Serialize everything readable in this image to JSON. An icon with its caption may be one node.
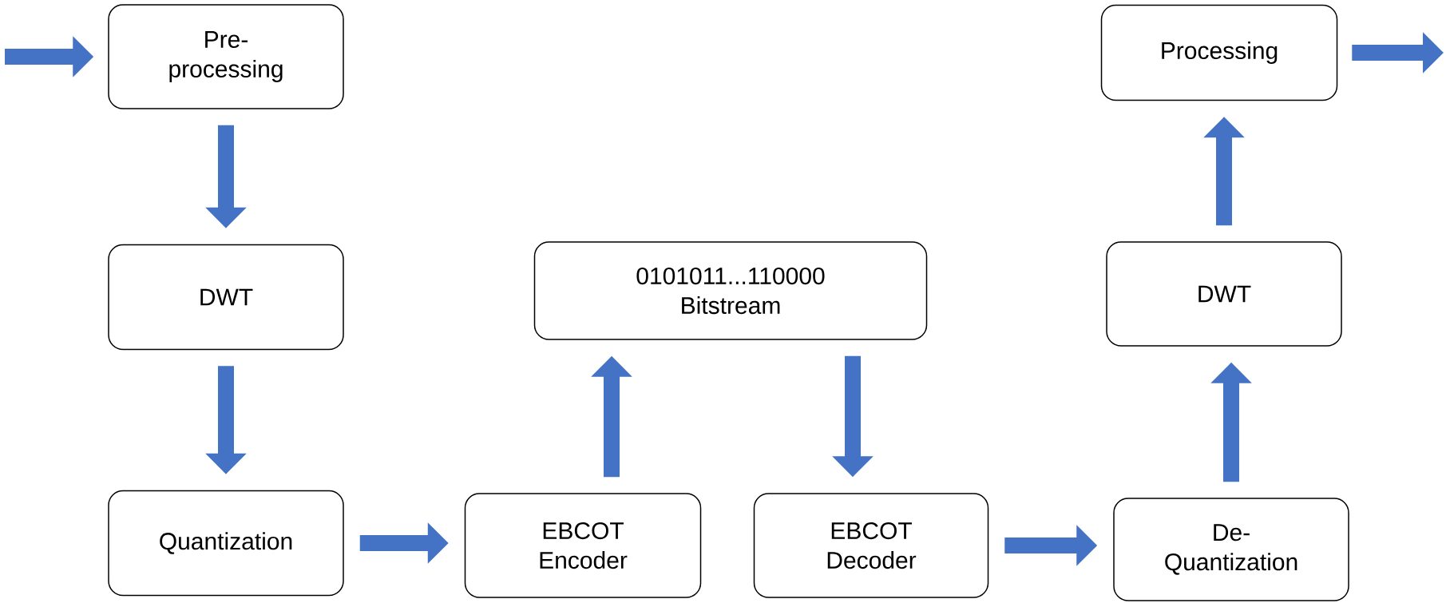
{
  "diagram": {
    "nodes": [
      {
        "text": [
          "Pre-processing"
        ]
      },
      {
        "text": [
          "DWT"
        ]
      },
      {
        "text": [
          "Quantization"
        ]
      },
      {
        "text": [
          "EBCOT Encoder"
        ]
      },
      {
        "text": [
          "0101011...110000 Bitstream"
        ]
      },
      {
        "text": [
          "EBCOT Decoder"
        ]
      },
      {
        "text": [
          "De-Quantization"
        ]
      },
      {
        "text": [
          "DWT"
        ]
      },
      {
        "text": [
          "Processing"
        ]
      }
    ],
    "edges": [
      {
        "from": null,
        "to": 0,
        "arrow": "to"
      },
      {
        "from": 0,
        "to": 1,
        "arrow": "to"
      },
      {
        "from": 1,
        "to": 2,
        "arrow": "to"
      },
      {
        "from": 2,
        "to": 3,
        "arrow": "to"
      },
      {
        "from": 3,
        "to": 4,
        "arrow": "to"
      },
      {
        "from": 4,
        "to": 5,
        "arrow": "to"
      },
      {
        "from": 5,
        "to": 6,
        "arrow": "to"
      },
      {
        "from": 6,
        "to": 7,
        "arrow": "to"
      },
      {
        "from": 7,
        "to": 8,
        "arrow": "to"
      },
      {
        "from": 8,
        "to": null,
        "arrow": "to"
      }
    ]
  }
}
